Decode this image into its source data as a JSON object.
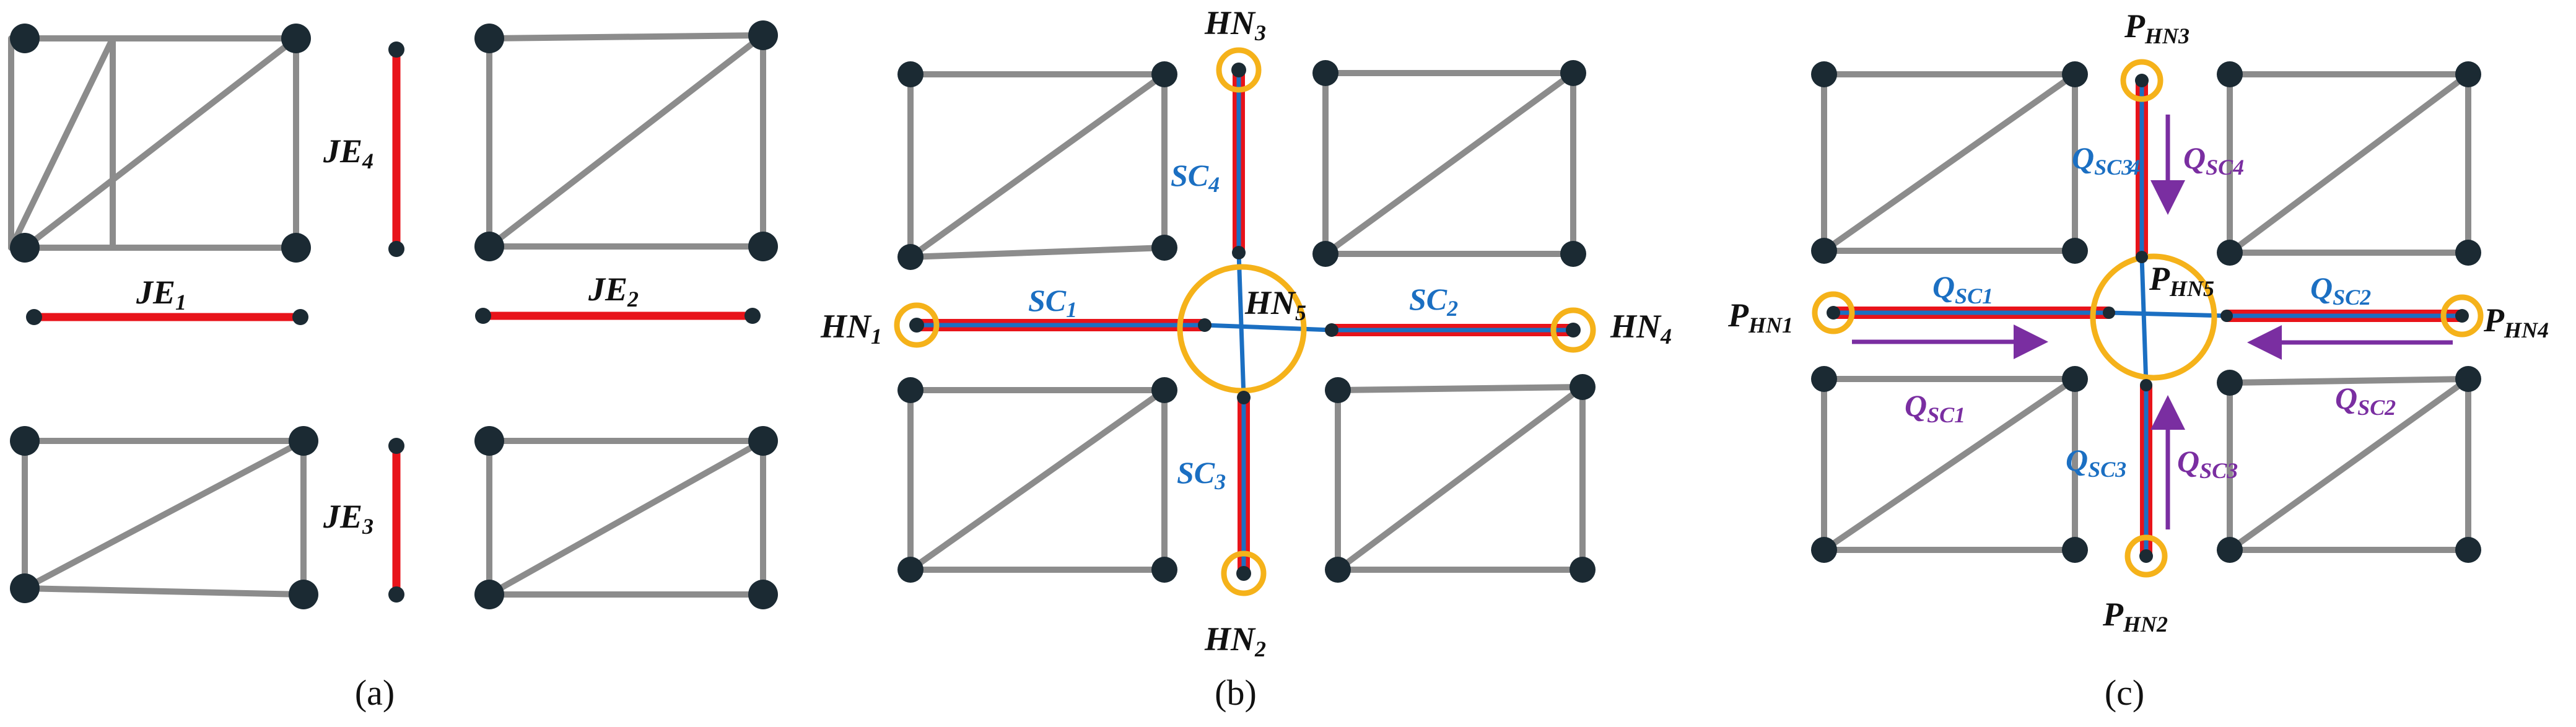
{
  "panels": {
    "a": {
      "caption": "(a)",
      "joints": [
        {
          "main": "JE",
          "sub": "1"
        },
        {
          "main": "JE",
          "sub": "2"
        },
        {
          "main": "JE",
          "sub": "3"
        },
        {
          "main": "JE",
          "sub": "4"
        }
      ]
    },
    "b": {
      "caption": "(b)",
      "hub_nodes": [
        {
          "main": "HN",
          "sub": "1"
        },
        {
          "main": "HN",
          "sub": "2"
        },
        {
          "main": "HN",
          "sub": "3"
        },
        {
          "main": "HN",
          "sub": "4"
        },
        {
          "main": "HN",
          "sub": "5"
        }
      ],
      "connectors": [
        {
          "main": "SC",
          "sub": "1"
        },
        {
          "main": "SC",
          "sub": "2"
        },
        {
          "main": "SC",
          "sub": "3"
        },
        {
          "main": "SC",
          "sub": "4"
        }
      ]
    },
    "c": {
      "caption": "(c)",
      "pressures": [
        {
          "main": "P",
          "sub": "HN1"
        },
        {
          "main": "P",
          "sub": "HN2"
        },
        {
          "main": "P",
          "sub": "HN3"
        },
        {
          "main": "P",
          "sub": "HN4"
        },
        {
          "main": "P",
          "sub": "HN5"
        }
      ],
      "flows_blue": [
        {
          "main": "Q",
          "sub": "SC1"
        },
        {
          "main": "Q",
          "sub": "SC2"
        },
        {
          "main": "Q",
          "sub": "SC3"
        },
        {
          "main": "Q",
          "sub": "SC3"
        }
      ],
      "overlap_digits": "4",
      "flows_purple": [
        {
          "main": "Q",
          "sub": "SC1"
        },
        {
          "main": "Q",
          "sub": "SC2"
        },
        {
          "main": "Q",
          "sub": "SC3"
        },
        {
          "main": "Q",
          "sub": "SC4"
        }
      ]
    }
  },
  "colors": {
    "edge": "#8c8c8c",
    "node": "#1b2a33",
    "joint_element": "#e8131a",
    "connector": "#1b6fc2",
    "hub_ring": "#f5b21a",
    "flow_arrow": "#7a2ea1"
  }
}
